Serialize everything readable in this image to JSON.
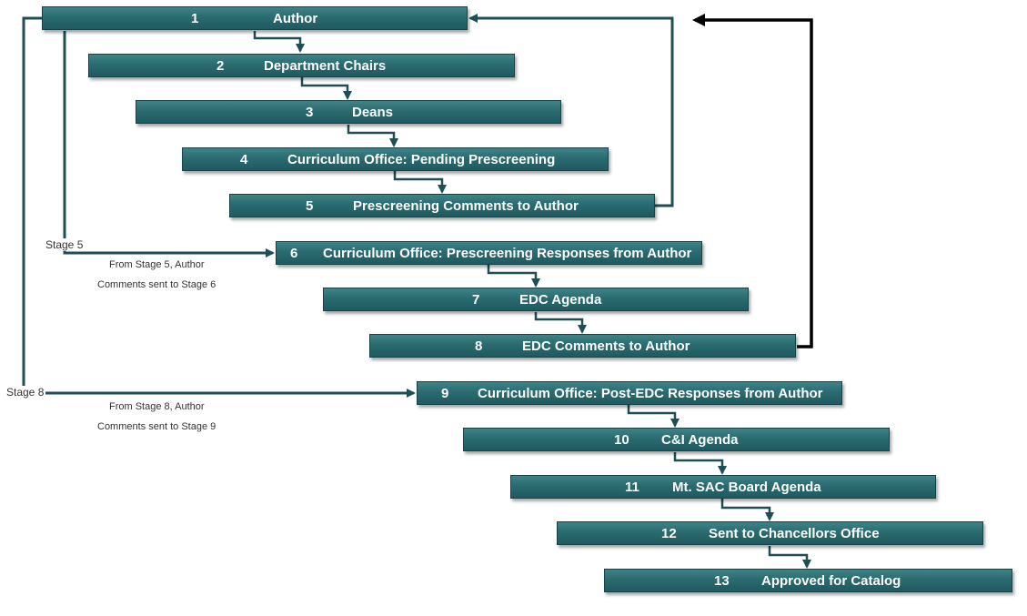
{
  "stages": [
    {
      "num": "1",
      "label": "Author"
    },
    {
      "num": "2",
      "label": "Department Chairs"
    },
    {
      "num": "3",
      "label": "Deans"
    },
    {
      "num": "4",
      "label": "Curriculum Office: Pending Prescreening"
    },
    {
      "num": "5",
      "label": "Prescreening Comments to Author"
    },
    {
      "num": "6",
      "label": "Curriculum Office: Prescreening Responses from Author"
    },
    {
      "num": "7",
      "label": "EDC Agenda"
    },
    {
      "num": "8",
      "label": "EDC Comments to Author"
    },
    {
      "num": "9",
      "label": "Curriculum Office: Post-EDC Responses from Author"
    },
    {
      "num": "10",
      "label": "C&I Agenda"
    },
    {
      "num": "11",
      "label": "Mt. SAC Board Agenda"
    },
    {
      "num": "12",
      "label": "Sent to Chancellors Office"
    },
    {
      "num": "13",
      "label": "Approved for Catalog"
    }
  ],
  "side_labels": {
    "stage5": "Stage 5",
    "stage8": "Stage 8"
  },
  "notes": {
    "stage5_line1": "From Stage 5, Author",
    "stage5_line2": "Comments sent to Stage 6",
    "stage8_line1": "From Stage 8, Author",
    "stage8_line2": "Comments sent to Stage 9"
  },
  "colors": {
    "box": "#2a6b70",
    "connector": "#1f4f54",
    "return_arrow": "#000000"
  }
}
